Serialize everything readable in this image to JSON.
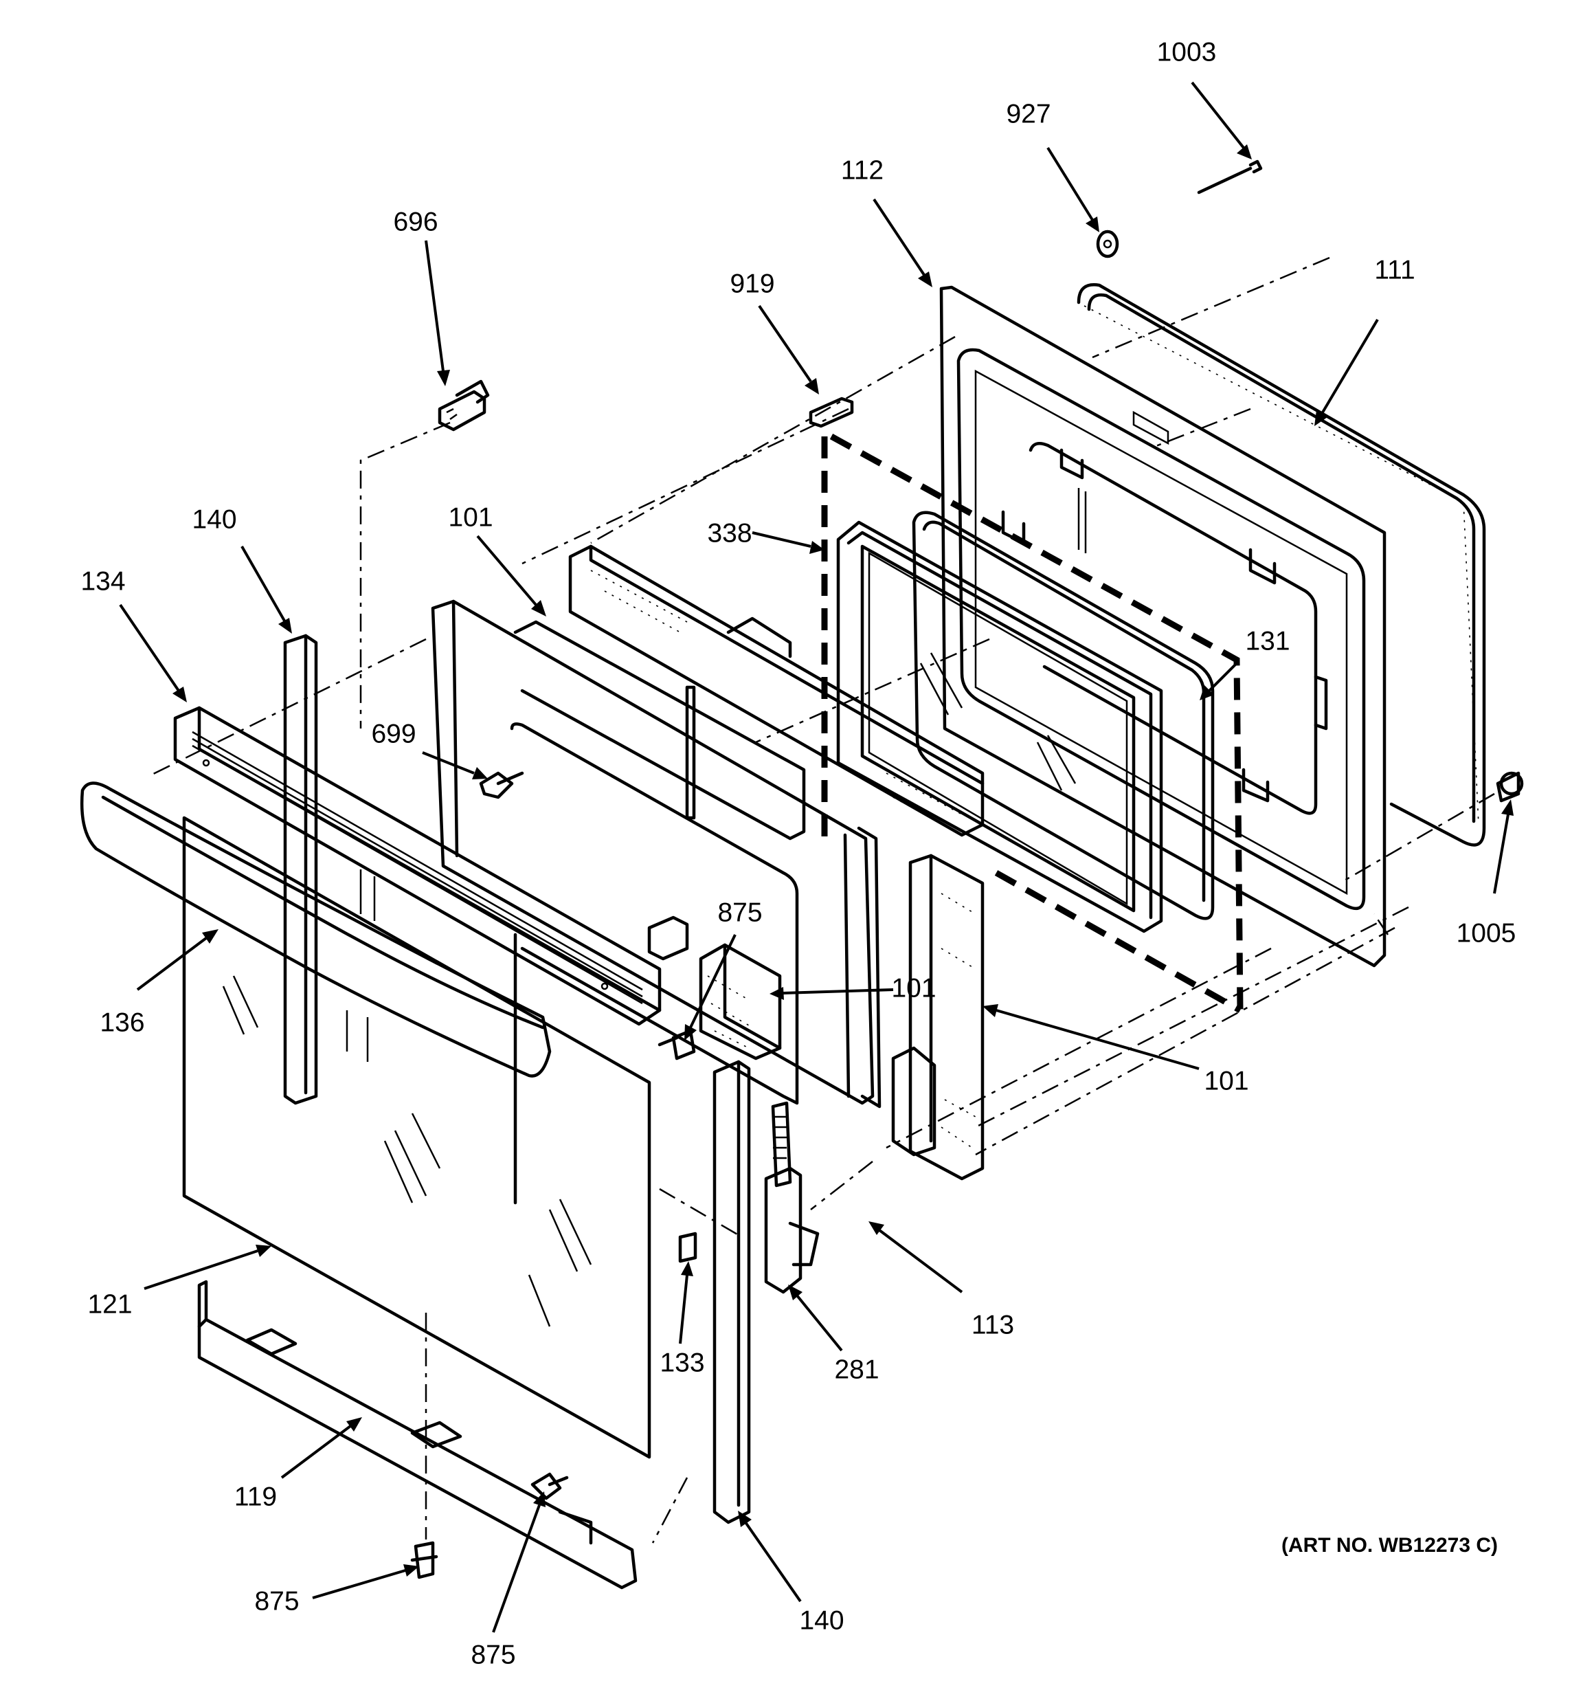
{
  "diagram": {
    "art_number": "(ART NO. WB12273 C)",
    "callouts": [
      {
        "id": "c1003",
        "text": "1003"
      },
      {
        "id": "c927",
        "text": "927"
      },
      {
        "id": "c112",
        "text": "112"
      },
      {
        "id": "c111",
        "text": "111"
      },
      {
        "id": "c919",
        "text": "919"
      },
      {
        "id": "c696",
        "text": "696"
      },
      {
        "id": "c338",
        "text": "338"
      },
      {
        "id": "c101a",
        "text": "101"
      },
      {
        "id": "c140a",
        "text": "140"
      },
      {
        "id": "c134",
        "text": "134"
      },
      {
        "id": "c131",
        "text": "131"
      },
      {
        "id": "c699",
        "text": "699"
      },
      {
        "id": "c1005",
        "text": "1005"
      },
      {
        "id": "c875a",
        "text": "875"
      },
      {
        "id": "c101b",
        "text": "101"
      },
      {
        "id": "c136",
        "text": "136"
      },
      {
        "id": "c101c",
        "text": "101"
      },
      {
        "id": "c121",
        "text": "121"
      },
      {
        "id": "c113",
        "text": "113"
      },
      {
        "id": "c133",
        "text": "133"
      },
      {
        "id": "c281",
        "text": "281"
      },
      {
        "id": "c119",
        "text": "119"
      },
      {
        "id": "c875b",
        "text": "875"
      },
      {
        "id": "c875c",
        "text": "875"
      },
      {
        "id": "c140b",
        "text": "140"
      }
    ]
  }
}
